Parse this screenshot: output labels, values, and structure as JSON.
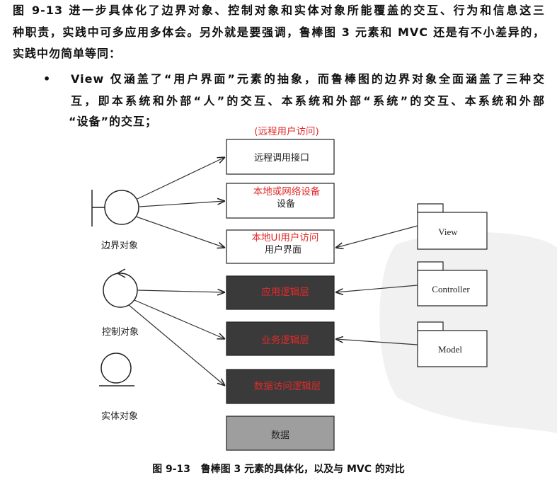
{
  "intro": {
    "lines": [
      "图 9-13 进一步具体化了边界对象、控制对象和实体对象所能覆盖的交互、行为和信息这三",
      "种职责，实践中可多应用多体会。另外就是要强调，鲁棒图 3 元素和 MVC 还是有不小差异的，",
      "实践中勿简单等同："
    ]
  },
  "bullet": {
    "marker": "•",
    "lines": [
      "View 仅涵盖了“用户界面”元素的抽象，而鲁棒图的边界对象全面涵盖了三种交",
      "互，即本系统和外部“人”的交互、本系统和外部“系统”的交互、本系统和外部",
      "“设备”的交互；"
    ]
  },
  "diagram": {
    "annotation_color": "#e02a2a",
    "top_annotation": "(远程用户访问)",
    "boxes": [
      {
        "label": "远程调用接口",
        "fill": "#ffffff"
      },
      {
        "label": "设备",
        "annotation": "本地或网络设备",
        "fill": "#ffffff"
      },
      {
        "label": "用户界面",
        "annotation": "本地UI用户访问",
        "fill": "#ffffff"
      },
      {
        "annotation": "应用逻辑层",
        "fill": "#3a3a3a"
      },
      {
        "annotation": "业务逻辑层",
        "fill": "#3a3a3a"
      },
      {
        "annotation": "数据访问逻辑层",
        "fill": "#3a3a3a"
      },
      {
        "label": "数据",
        "fill": "#9e9e9e"
      }
    ],
    "robustness_symbols": [
      {
        "label": "边界对象",
        "icon": "boundary-object-icon"
      },
      {
        "label": "控制对象",
        "icon": "control-object-icon"
      },
      {
        "label": "实体对象",
        "icon": "entity-object-icon"
      }
    ],
    "mvc_packages": [
      {
        "label": "View",
        "icon": "package-icon"
      },
      {
        "label": "Controller",
        "icon": "package-icon"
      },
      {
        "label": "Model",
        "icon": "package-icon"
      }
    ]
  },
  "caption": "图 9-13   鲁棒图 3 元素的具体化，以及与 MVC 的对比"
}
